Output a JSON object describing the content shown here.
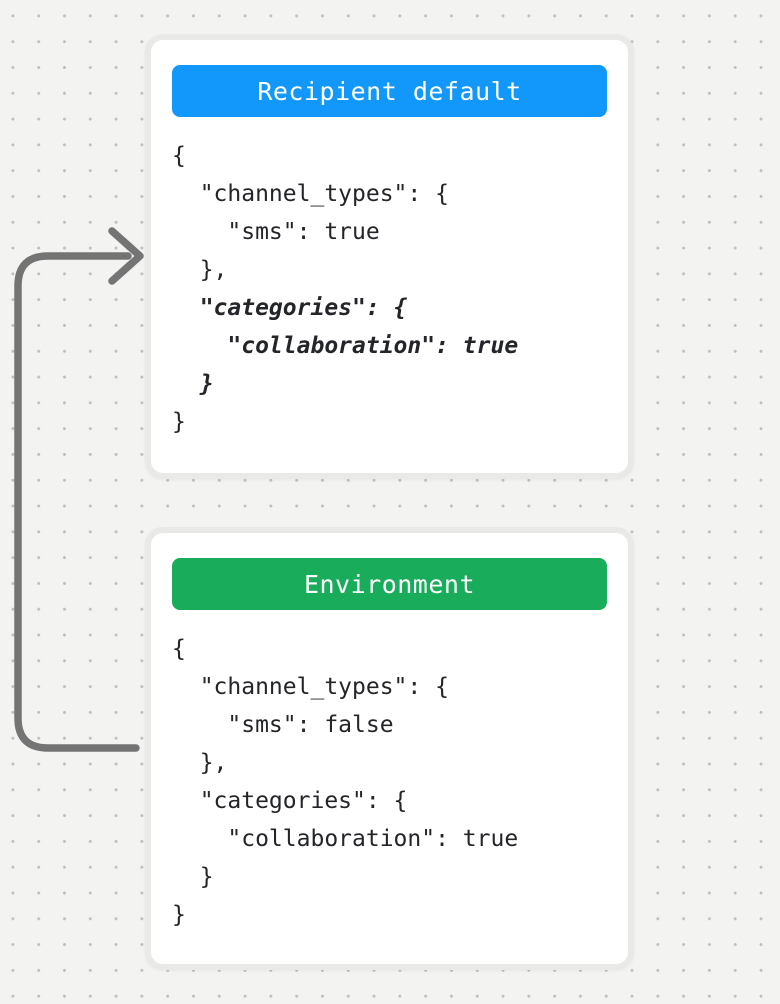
{
  "diagram": {
    "background_color": "#f3f3f1",
    "dot_color": "#bfbfbd",
    "arrow_color": "#747474"
  },
  "cards": [
    {
      "title": "Recipient default",
      "header_color": "#1297fb",
      "code_lines": [
        {
          "text": "{",
          "emphasis": false
        },
        {
          "text": "  \"channel_types\": {",
          "emphasis": false
        },
        {
          "text": "    \"sms\": true",
          "emphasis": false
        },
        {
          "text": "  },",
          "emphasis": false
        },
        {
          "text": "  \"categories\": {",
          "emphasis": true
        },
        {
          "text": "    \"collaboration\": true",
          "emphasis": true
        },
        {
          "text": "  }",
          "emphasis": true
        },
        {
          "text": "}",
          "emphasis": false
        }
      ]
    },
    {
      "title": "Environment",
      "header_color": "#19ac5b",
      "code_lines": [
        {
          "text": "{",
          "emphasis": false
        },
        {
          "text": "  \"channel_types\": {",
          "emphasis": false
        },
        {
          "text": "    \"sms\": false",
          "emphasis": false
        },
        {
          "text": "  },",
          "emphasis": false
        },
        {
          "text": "  \"categories\": {",
          "emphasis": false
        },
        {
          "text": "    \"collaboration\": true",
          "emphasis": false
        },
        {
          "text": "  }",
          "emphasis": false
        },
        {
          "text": "}",
          "emphasis": false
        }
      ]
    }
  ]
}
